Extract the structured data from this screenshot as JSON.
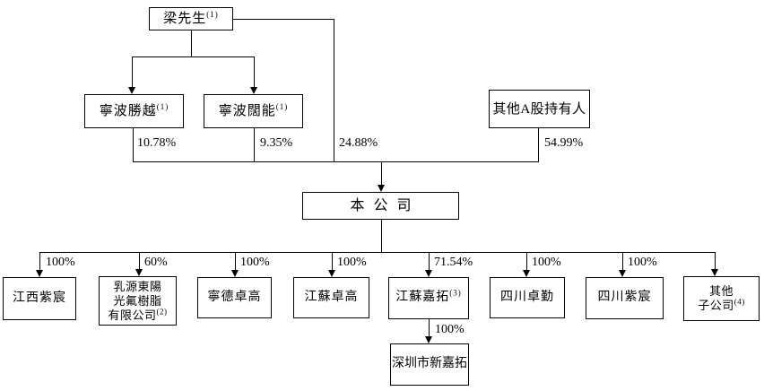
{
  "diagram": {
    "title": "shareholding-structure-chart",
    "colors": {
      "line": "#000000",
      "background": "#ffffff",
      "text": "#000000"
    },
    "nodes": {
      "mr_liang": {
        "label": "梁先生",
        "sup": "(1)"
      },
      "ningbo_shengyue": {
        "label": "寧波勝越",
        "sup": "(1)"
      },
      "ningbo_kuoneng": {
        "label": "寧波闊能",
        "sup": "(1)"
      },
      "other_a_shareholders": {
        "label": "其他A股持有人"
      },
      "company": {
        "label": "本公司"
      },
      "jiangxi_zichen": {
        "label": "江西紫宸"
      },
      "ruyuan": {
        "line1": "乳源東陽",
        "line2": "光氟樹脂",
        "line3": "有限公司",
        "sup": "(2)"
      },
      "ningde_zhuogao": {
        "label": "寧德卓高"
      },
      "jiangsu_zhuogao": {
        "label": "江蘇卓高"
      },
      "jiangsu_jiatuo": {
        "label": "江蘇嘉拓",
        "sup": "(3)"
      },
      "sichuan_zhuoqin": {
        "label": "四川卓勤"
      },
      "sichuan_zichen": {
        "label": "四川紫宸"
      },
      "other_subsidiaries": {
        "line1": "其他",
        "line2": "子公司",
        "sup": "(4)"
      },
      "shenzhen_xinjiatuo": {
        "label": "深圳市新嘉拓"
      }
    },
    "percentages": {
      "shengyue": "10.78%",
      "kuoneng": "9.35%",
      "liang_direct": "24.88%",
      "other_a": "54.99%",
      "jiangxi": "100%",
      "ruyuan": "60%",
      "ningde": "100%",
      "jiangsu_zhuogao": "100%",
      "jiangsu_jiatuo": "71.54%",
      "sichuan_zhuoqin": "100%",
      "sichuan_zichen": "100%",
      "shenzhen": "100%"
    }
  }
}
